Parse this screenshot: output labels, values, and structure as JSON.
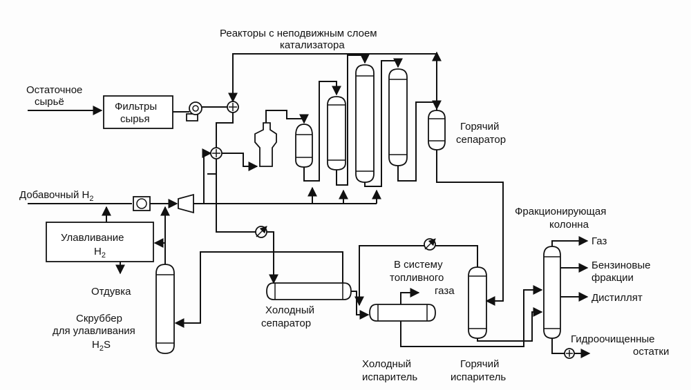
{
  "labels": {
    "reactors_line1": "Реакторы с неподвижным слоем",
    "reactors_line2": "катализатора",
    "feed_line1": "Остаточное",
    "feed_line2": "сырьё",
    "filters_line1": "Фильтры",
    "filters_line2": "сырья",
    "hot_sep_line1": "Горячий",
    "hot_sep_line2": "сепаратор",
    "makeup_h2": "Добавочный H",
    "makeup_h2_sub": "2",
    "h2_recovery_line1": "Улавливание",
    "h2_recovery_line2": "H",
    "h2_recovery_sub": "2",
    "purge": "Отдувка",
    "scrubber_line1": "Скруббер",
    "scrubber_line2": "для улавливания",
    "scrubber_line3": "H",
    "scrubber_sub": "2",
    "scrubber_line3_end": "S",
    "cold_sep_line1": "Холодный",
    "cold_sep_line2": "сепаратор",
    "fuel_gas_line1": "В систему",
    "fuel_gas_line2": "топливного",
    "fuel_gas_line3": "газа",
    "frac_line1": "Фракционирующая",
    "frac_line2": "колонна",
    "gas": "Газ",
    "gasoline_line1": "Бензиновые",
    "gasoline_line2": "фракции",
    "distillate": "Дистиллят",
    "resid_line1": "Гидроочищенные",
    "resid_line2": "остатки",
    "cold_flash_line1": "Холодный",
    "cold_flash_line2": "испаритель",
    "hot_flash_line1": "Горячий",
    "hot_flash_line2": "испаритель"
  }
}
